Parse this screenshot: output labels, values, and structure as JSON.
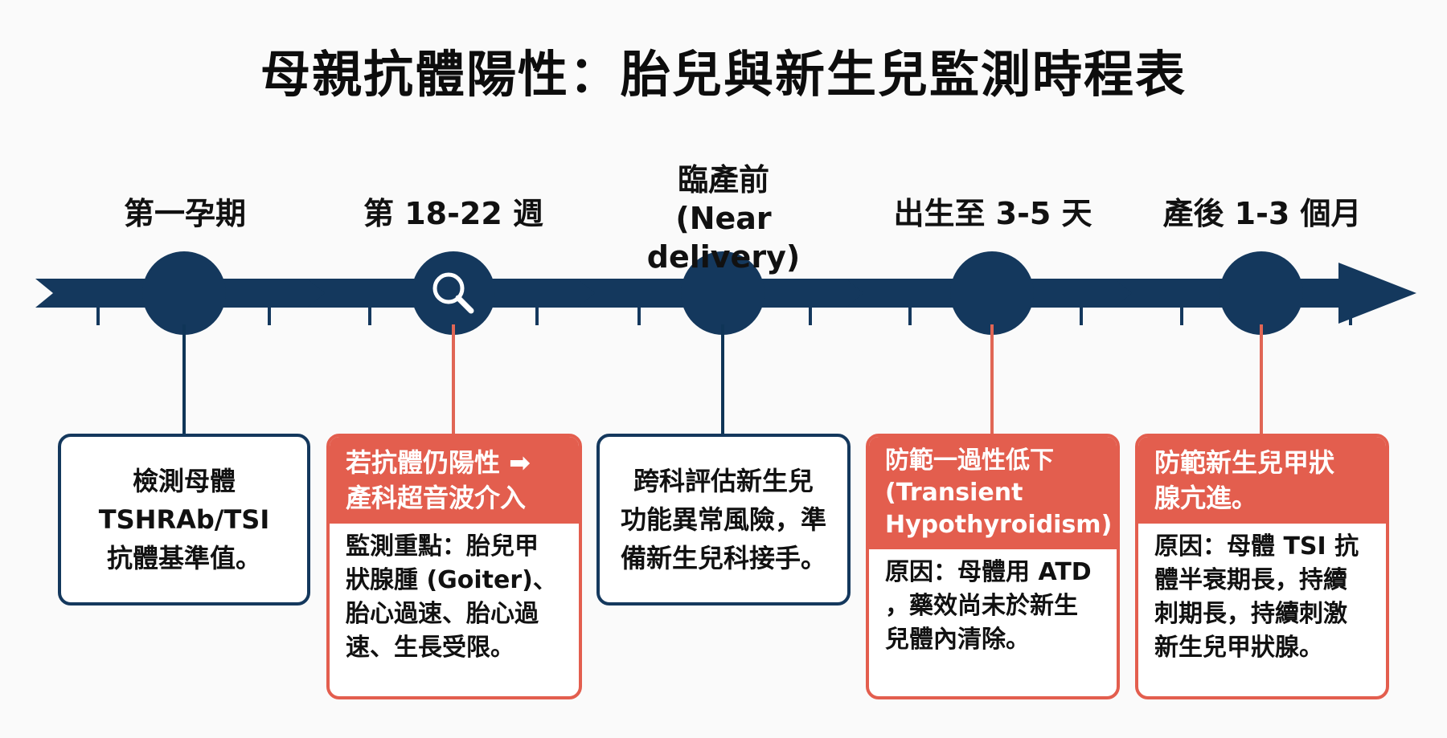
{
  "title": "母親抗體陽性：胎兒與新生兒監測時程表",
  "colors": {
    "navy": "#14385d",
    "red": "#e35e4e",
    "connector_red": "#e06655"
  },
  "stages": [
    {
      "label": "第一孕期",
      "sublabel": "",
      "marker_icon": "",
      "color": "navy"
    },
    {
      "label": "第 18-22 週",
      "sublabel": "",
      "marker_icon": "search-icon",
      "color": "red"
    },
    {
      "label": "臨產前",
      "sublabel": "(Near delivery)",
      "marker_icon": "",
      "color": "navy"
    },
    {
      "label": "出生至 3-5 天",
      "sublabel": "",
      "marker_icon": "",
      "color": "red"
    },
    {
      "label": "產後 1-3 個月",
      "sublabel": "",
      "marker_icon": "",
      "color": "red"
    }
  ],
  "cards": [
    {
      "style": "navy",
      "body": "檢測母體\nTSHRAb/TSI\n抗體基準值。"
    },
    {
      "style": "red",
      "header": "若抗體仍陽性 ➡\n產科超音波介入",
      "detail": "監測重點：胎兒甲\n狀腺腫 (Goiter)、\n胎心過速、胎心過\n速、生長受限。"
    },
    {
      "style": "navy",
      "body": "跨科評估新生兒\n功能異常風險，準\n備新生兒科接手。"
    },
    {
      "style": "red",
      "header": "防範一過性低下\n(Transient\nHypothyroidism)",
      "detail": "原因：母體用 ATD\n，藥效尚未於新生\n兒體內清除。"
    },
    {
      "style": "red",
      "header": "防範新生兒甲狀\n腺亢進。",
      "detail": "原因：母體 TSI 抗\n體半衰期長，持續\n刺期長，持續刺激\n新生兒甲狀腺。"
    }
  ]
}
